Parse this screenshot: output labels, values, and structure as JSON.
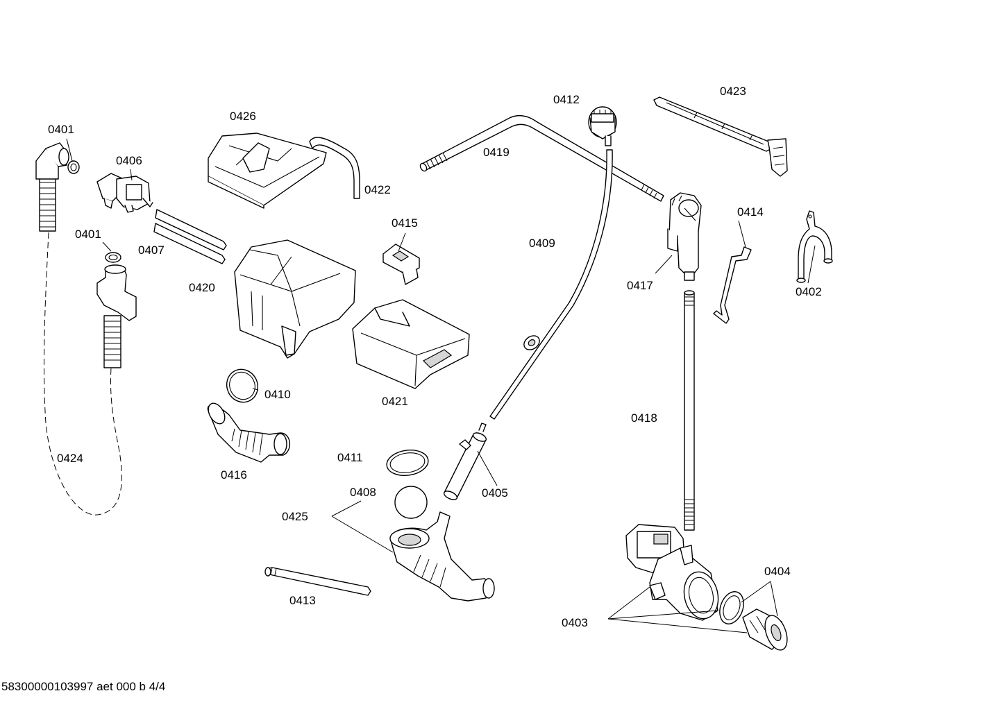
{
  "footer": "58300000103997 aet 000 b 4/4",
  "labels": {
    "p0401a": "0401",
    "p0401b": "0401",
    "p0402": "0402",
    "p0403": "0403",
    "p0404": "0404",
    "p0405": "0405",
    "p0406": "0406",
    "p0407": "0407",
    "p0408": "0408",
    "p0409": "0409",
    "p0410": "0410",
    "p0411": "0411",
    "p0412": "0412",
    "p0413": "0413",
    "p0414": "0414",
    "p0415": "0415",
    "p0416": "0416",
    "p0417": "0417",
    "p0418": "0418",
    "p0419": "0419",
    "p0420": "0420",
    "p0421": "0421",
    "p0422": "0422",
    "p0423": "0423",
    "p0424": "0424",
    "p0425": "0425",
    "p0426": "0426"
  }
}
